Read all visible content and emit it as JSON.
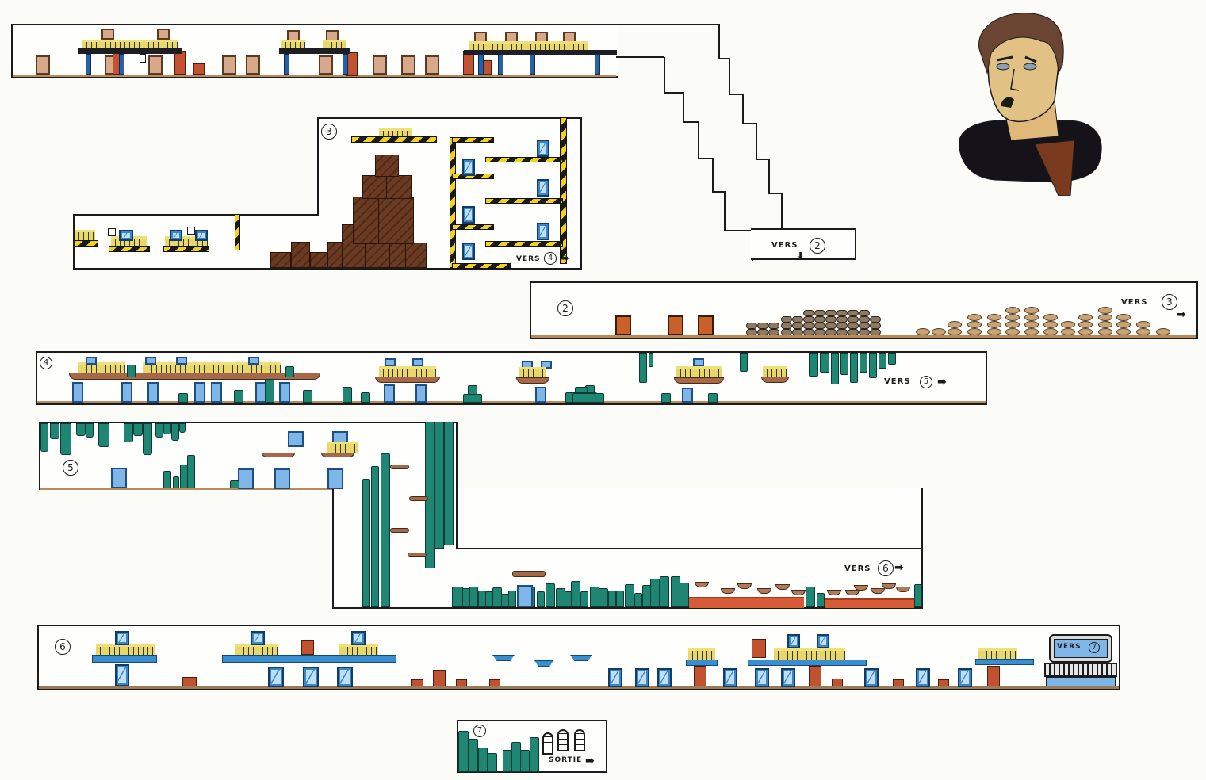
{
  "page": {
    "title": "Level map",
    "type": "hand-drawn platform game level map"
  },
  "levels": [
    {
      "id": "1",
      "number_label": "",
      "exit_label": "VERS",
      "exit_target": "2",
      "exit_arrow": "down-arrow-icon"
    },
    {
      "id": "2",
      "number_label": "2",
      "exit_label": "VERS",
      "exit_target": "3",
      "exit_arrow": "right-arrow-icon"
    },
    {
      "id": "3",
      "number_label": "3",
      "exit_label": "VERS",
      "exit_target": "4",
      "exit_arrow": "right-arrow-icon"
    },
    {
      "id": "4",
      "number_label": "4",
      "exit_label": "VERS",
      "exit_target": "5",
      "exit_arrow": "right-arrow-icon"
    },
    {
      "id": "5",
      "number_label": "5",
      "exit_label": "VERS",
      "exit_target": "6",
      "exit_arrow": "right-arrow-icon"
    },
    {
      "id": "6",
      "number_label": "6",
      "exit_label": "VERS",
      "exit_target": "7",
      "exit_arrow": "terminal-screen-icon"
    },
    {
      "id": "7",
      "number_label": "7",
      "exit_label": "SORTIE",
      "exit_target": "",
      "exit_arrow": "right-arrow-icon"
    }
  ],
  "glyphs": {
    "right_arrow": "➡",
    "down_arrow": "⬇"
  },
  "portrait": {
    "subject": "character portrait",
    "description": "scowling man with brown hair, dark sweater and shoulder strap"
  },
  "colors": {
    "outline": "#1b1b1b",
    "teal_pillar": "#1f8674",
    "blue_door": "#7fb6e8",
    "hazard_yellow": "#f2d21c",
    "crate_brown": "#6a3a22",
    "barrel_red": "#c0522f",
    "lava": "#d65a35"
  }
}
